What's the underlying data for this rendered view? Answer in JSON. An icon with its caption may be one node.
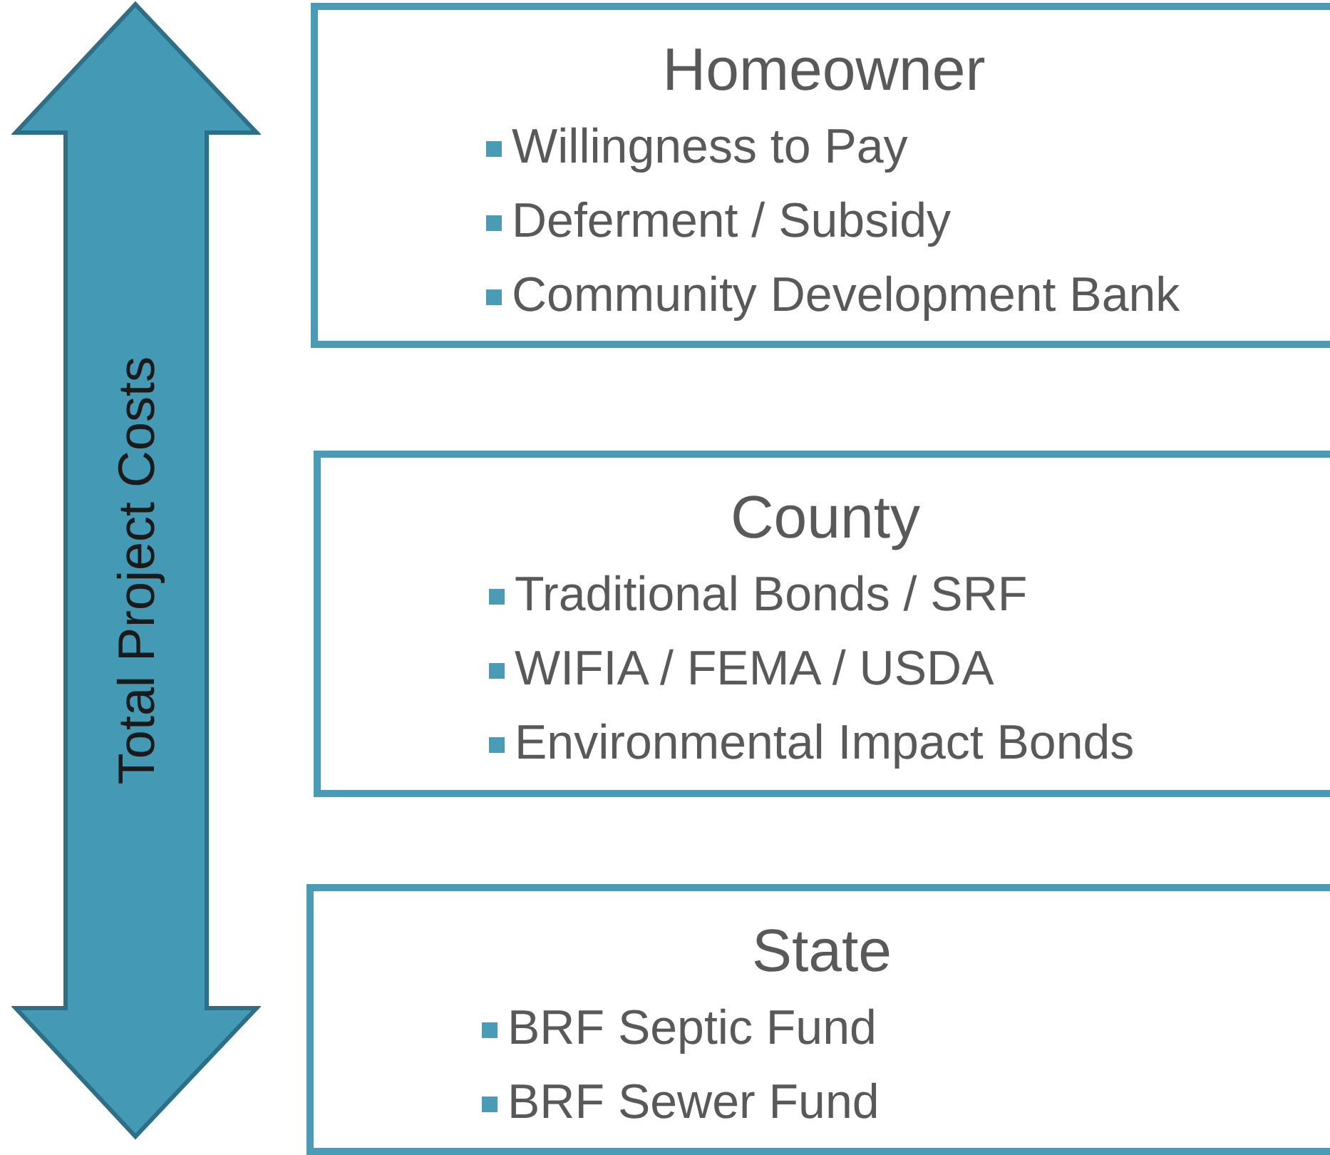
{
  "diagram": {
    "nodes": [
      {
        "text": [
          "Total Project Costs"
        ]
      },
      {
        "text": [
          "Homeowner",
          "Willingness to Pay",
          "Deferment / Subsidy",
          "Community Development Bank"
        ]
      },
      {
        "text": [
          "County",
          "Traditional Bonds / SRF",
          "WIFIA / FEMA / USDA",
          "Environmental Impact Bonds"
        ]
      },
      {
        "text": [
          "State",
          "BRF Septic Fund",
          "BRF Sewer Fund"
        ]
      }
    ],
    "edges": []
  }
}
